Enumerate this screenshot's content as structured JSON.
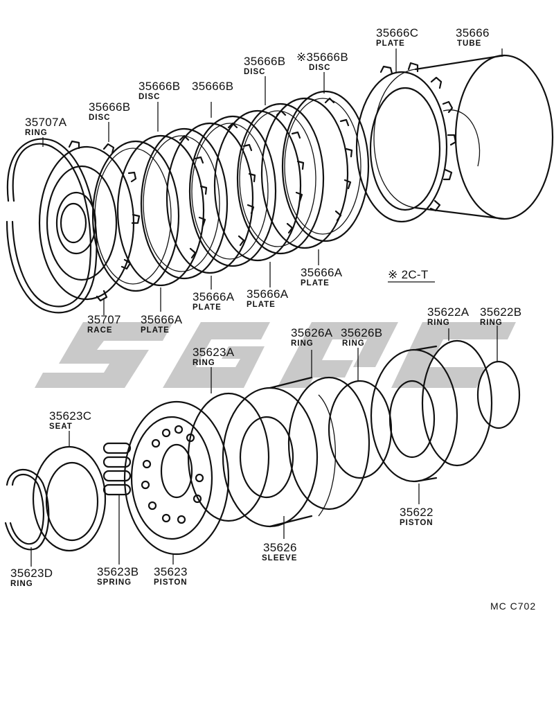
{
  "diagram": {
    "variant_note": "※ 2C-T",
    "code": "MC  C702",
    "parts": [
      {
        "id": "p_tube",
        "number": "35666",
        "name": "TUBE"
      },
      {
        "id": "p_plate_c",
        "number": "35666C",
        "name": "PLATE"
      },
      {
        "id": "p_disc_b_star",
        "number": "※35666B",
        "name": "DISC"
      },
      {
        "id": "p_disc_b1",
        "number": "35666B",
        "name": "DISC"
      },
      {
        "id": "p_disc_b2",
        "number": "35666B",
        "name": ""
      },
      {
        "id": "p_disc_b3",
        "number": "35666B",
        "name": "DISC"
      },
      {
        "id": "p_disc_b4",
        "number": "35666B",
        "name": "DISC"
      },
      {
        "id": "p_ring_707a",
        "number": "35707A",
        "name": "RING"
      },
      {
        "id": "p_plate_a1",
        "number": "35666A",
        "name": "PLATE"
      },
      {
        "id": "p_plate_a2",
        "number": "35666A",
        "name": "PLATE"
      },
      {
        "id": "p_plate_a3",
        "number": "35666A",
        "name": "PLATE"
      },
      {
        "id": "p_plate_a4",
        "number": "35666A",
        "name": "PLATE"
      },
      {
        "id": "p_race",
        "number": "35707",
        "name": "RACE"
      },
      {
        "id": "p_ring_622a",
        "number": "35622A",
        "name": "RING"
      },
      {
        "id": "p_ring_622b",
        "number": "35622B",
        "name": "RING"
      },
      {
        "id": "p_ring_626a",
        "number": "35626A",
        "name": "RING"
      },
      {
        "id": "p_ring_626b",
        "number": "35626B",
        "name": "RING"
      },
      {
        "id": "p_ring_623a",
        "number": "35623A",
        "name": "RING"
      },
      {
        "id": "p_seat",
        "number": "35623C",
        "name": "SEAT"
      },
      {
        "id": "p_piston_622",
        "number": "35622",
        "name": "PISTON"
      },
      {
        "id": "p_sleeve",
        "number": "35626",
        "name": "SLEEVE"
      },
      {
        "id": "p_ring_623d",
        "number": "35623D",
        "name": "RING"
      },
      {
        "id": "p_spring",
        "number": "35623B",
        "name": "SPRING"
      },
      {
        "id": "p_piston_623",
        "number": "35623",
        "name": "PISTON"
      }
    ]
  }
}
